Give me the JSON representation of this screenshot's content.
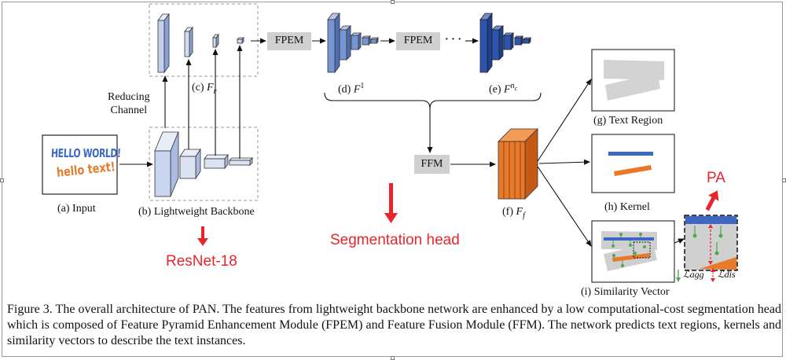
{
  "labels": {
    "input": "(a) Input",
    "backbone": "(b) Lightweight Backbone",
    "fr_prefix": "(c) ",
    "fr_sym": "F",
    "fr_sub": "r",
    "reducing_line1": "Reducing",
    "reducing_line2": "Channel",
    "f1_prefix": "(d) ",
    "f1_sym": "F",
    "f1_sup": "1",
    "fnc_prefix": "(e) ",
    "fnc_sym": "F",
    "fnc_sup": "n",
    "fnc_supsub": "c",
    "ff_prefix": "(f) ",
    "ff_sym": "F",
    "ff_sub": "f",
    "text_region": "(g) Text Region",
    "kernel": "(h) Kernel",
    "similarity": "(i) Similarity Vector",
    "lagg": "ℒagg",
    "ldis": "ℒdis"
  },
  "boxes": {
    "fpem1": "FPEM",
    "fpem2": "FPEM",
    "ellipsis": "· · ·",
    "ffm": "FFM"
  },
  "input_image": {
    "line1": "HELLO WORLD!",
    "line2": "hello text!"
  },
  "annotations": {
    "resnet": "ResNet-18",
    "seg_head": "Segmentation head",
    "pa": "PA"
  },
  "caption": "Figure 3. The overall architecture of PAN. The features from lightweight backbone network are enhanced by a low computational-cost segmentation head which is composed of Feature Pyramid Enhancement Module (FPEM) and Feature Fusion Module (FFM). The network predicts text regions, kernels and similarity vectors to describe the text instances.",
  "colors": {
    "backbone_light": "#dbe3f3",
    "backbone_mid": "#b3c3e6",
    "fpem_blue": "#6f8fcc",
    "deep_blue": "#2a4c9e",
    "orange": "#e8782a",
    "red": "#e8262a",
    "gray_box": "#d0d0d0"
  }
}
